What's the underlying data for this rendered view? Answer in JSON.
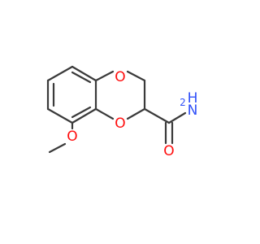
{
  "structure": {
    "colors": {
      "bond": "#3a3a3a",
      "oxygen": "#ff0d0d",
      "nitrogen": "#3050f8"
    },
    "atoms": {
      "ring_oxygen_top": "O",
      "ring_oxygen_bottom": "O",
      "methoxy_oxygen": "O",
      "carbonyl_oxygen": "O",
      "amide_nitrogen": "N",
      "amide_hydrogen": "H",
      "amide_h_subscript": "2"
    }
  }
}
